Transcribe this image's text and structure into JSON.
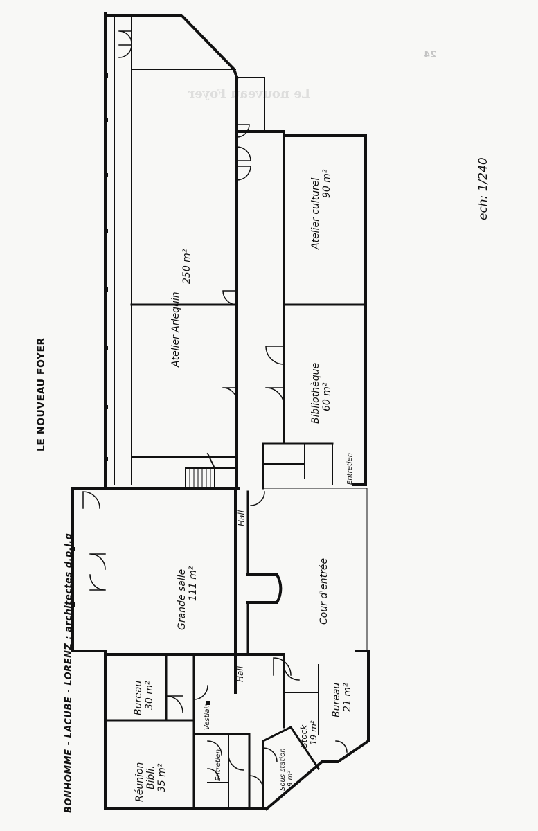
{
  "document": {
    "title": "LE NOUVEAU FOYER",
    "architects": "BONHOMME - LACUBE - LORENZ : architectes  d.p.l.g",
    "scale": "ech: 1/240"
  },
  "rooms": {
    "atelier_arlequin": {
      "line1": "Atelier   Arlequin",
      "line2": "250 m²"
    },
    "atelier_culturel": {
      "line1": "Atelier   culturel",
      "line2": "90 m²"
    },
    "bibliotheque": {
      "line1": "Bibliothèque",
      "line2": "60 m²"
    },
    "entretien_top": {
      "line1": "Entretien"
    },
    "hall_top": {
      "line1": "Hall"
    },
    "cour_entree": {
      "line1": "Cour d'entrée"
    },
    "grande_salle": {
      "line1": "Grande   salle",
      "line2": "111 m²"
    },
    "hall_bottom": {
      "line1": "Hall"
    },
    "bureau_30": {
      "line1": "Bureau",
      "line2": "30 m²"
    },
    "vestiaire": {
      "line1": "Vestiair"
    },
    "bureau_21": {
      "line1": "Bureau",
      "line2": "21 m²"
    },
    "reunion": {
      "line1": "Réunion",
      "line2": "Bibli.",
      "line3": "35 m²"
    },
    "entretien_bottom": {
      "line1": "Entretien"
    },
    "sous_station": {
      "line1": "Sous station",
      "line2": "9 m²"
    },
    "stock": {
      "line1": "Stock",
      "line2": "19 m²"
    }
  },
  "reverse_page_bleed": {
    "page_number": "24",
    "heading": "Le nouveau Foyer"
  }
}
